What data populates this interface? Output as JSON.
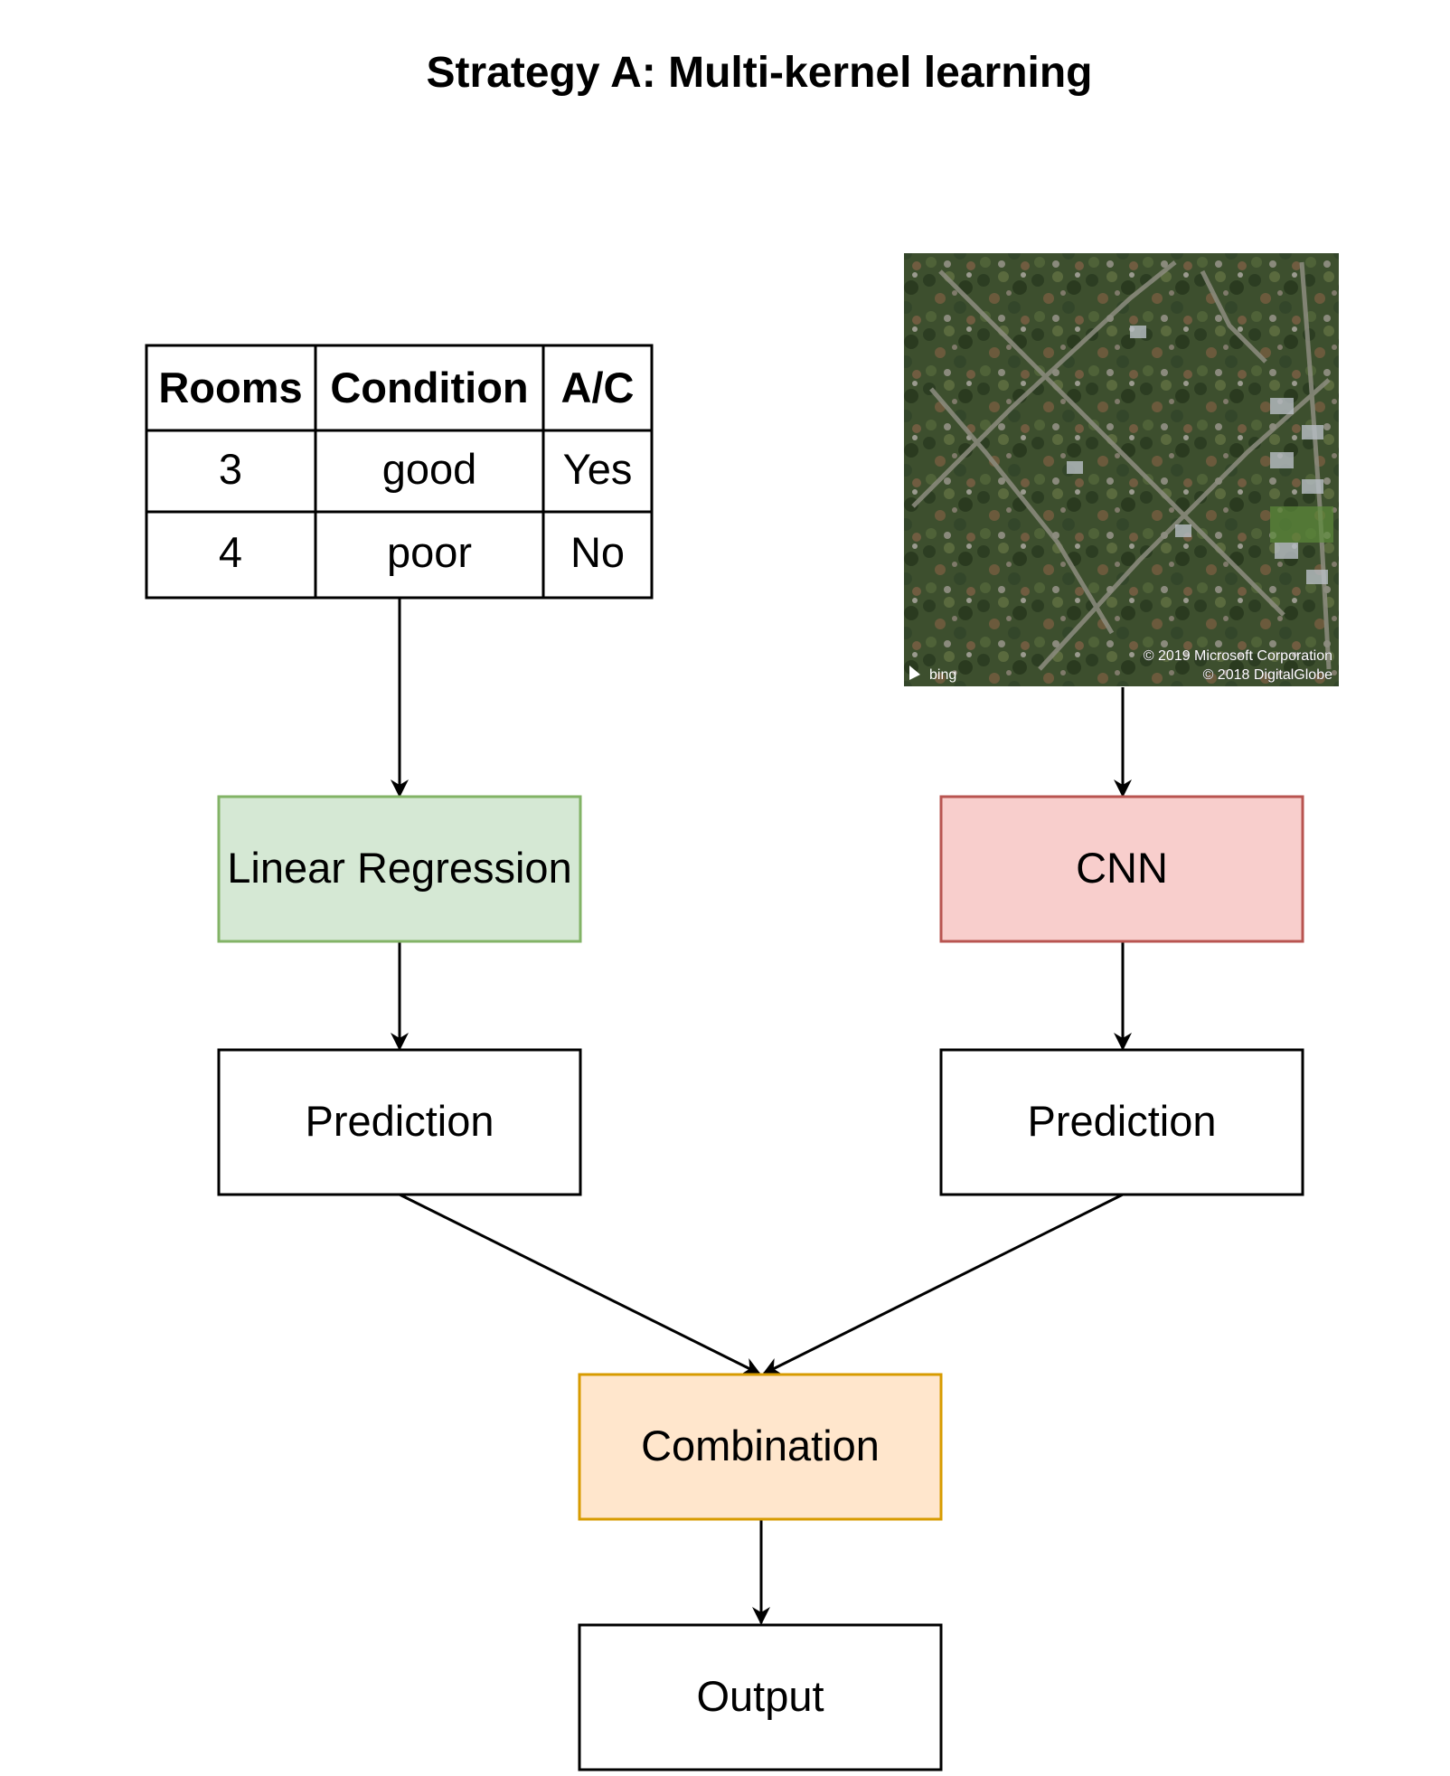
{
  "title": "Strategy A: Multi-kernel learning",
  "table": {
    "headers": [
      "Rooms",
      "Condition",
      "A/C"
    ],
    "rows": [
      [
        "3",
        "good",
        "Yes"
      ],
      [
        "4",
        "poor",
        "No"
      ]
    ]
  },
  "satellite_image": {
    "provider_label": "bing",
    "credit_line_1": "© 2019 Microsoft Corporation",
    "credit_line_2": "© 2018 DigitalGlobe"
  },
  "nodes": {
    "linear_regression": "Linear Regression",
    "cnn": "CNN",
    "prediction_left": "Prediction",
    "prediction_right": "Prediction",
    "combination": "Combination",
    "output": "Output"
  },
  "colors": {
    "linear_regression_fill": "#d5e8d4",
    "linear_regression_stroke": "#82b366",
    "cnn_fill": "#f8cecc",
    "cnn_stroke": "#b85450",
    "combination_fill": "#ffe6cc",
    "combination_stroke": "#d79b00",
    "default_stroke": "#000000"
  }
}
